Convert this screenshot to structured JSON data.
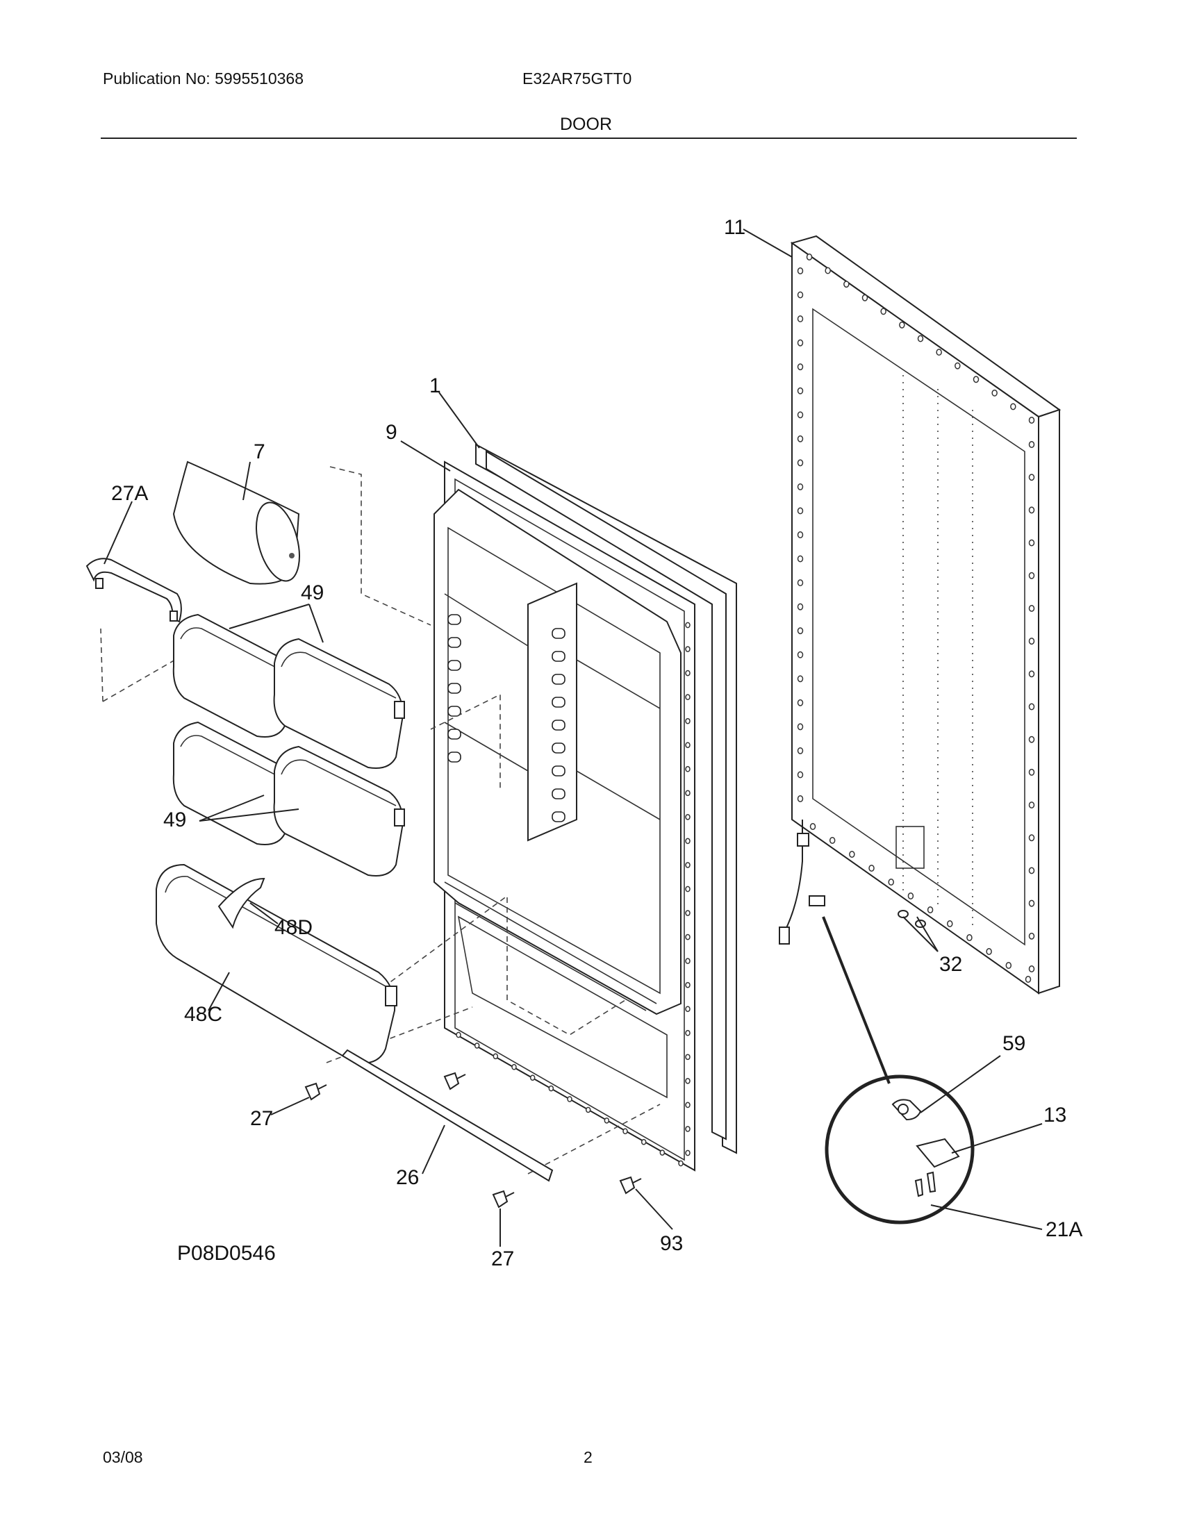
{
  "header": {
    "publication": "Publication No: 5995510368",
    "model": "E32AR75GTT0",
    "section": "DOOR"
  },
  "callouts": {
    "c11": "11",
    "c1": "1",
    "c9": "9",
    "c7": "7",
    "c27a": "27A",
    "c49_top": "49",
    "c49_bottom": "49",
    "c48d": "48D",
    "c48c": "48C",
    "c32": "32",
    "c59": "59",
    "c13": "13",
    "c21a": "21A",
    "c27_left": "27",
    "c26": "26",
    "c27_bottom": "27",
    "c93": "93"
  },
  "figure_id": "P08D0546",
  "footer": {
    "date": "03/08",
    "page": "2"
  }
}
